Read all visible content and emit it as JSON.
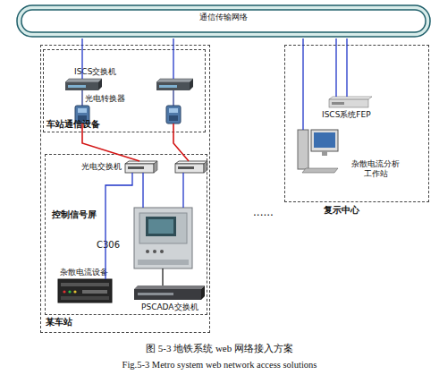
{
  "diagram": {
    "caption": "图 5-3 地铁系统 web 网络接入方案",
    "nodes": [
      {
        "text": [
          "通信传输网络"
        ]
      },
      {
        "text": [
          "某车站"
        ]
      },
      {
        "text": [
          "车站通信设备"
        ],
        "in": 1
      },
      {
        "text": [
          "ISCS交换机"
        ],
        "in": 2
      },
      {
        "text": [
          "光电转换器"
        ],
        "in": 2
      },
      {
        "text": [
          "控制信号屏"
        ],
        "in": 1
      },
      {
        "text": [
          "光电交换机"
        ],
        "in": 5
      },
      {
        "text": [
          "C306"
        ],
        "in": 5
      },
      {
        "text": [
          "杂散电流设备"
        ],
        "in": 5
      },
      {
        "text": [
          "PSCADA交换机"
        ],
        "in": 5
      },
      {
        "text": [
          "复示中心"
        ]
      },
      {
        "text": [
          "ISCS系统FEP"
        ],
        "in": 10
      },
      {
        "text": [
          "杂散电流分析 工作站"
        ],
        "in": 10
      }
    ],
    "edges": [
      {
        "from": 3,
        "to": 0,
        "arrow": "none"
      },
      {
        "from": 3,
        "to": 0,
        "arrow": "none"
      },
      {
        "from": 3,
        "to": 4,
        "arrow": "none"
      },
      {
        "from": 3,
        "to": 4,
        "arrow": "none"
      },
      {
        "from": 4,
        "to": 6,
        "arrow": "none"
      },
      {
        "from": 4,
        "to": 6,
        "arrow": "none"
      },
      {
        "from": 6,
        "to": 7,
        "arrow": "none"
      },
      {
        "from": 6,
        "to": 7,
        "arrow": "none"
      },
      {
        "from": 6,
        "to": 8,
        "arrow": "none"
      },
      {
        "from": 7,
        "to": 9,
        "arrow": "none"
      },
      {
        "from": 11,
        "to": 0,
        "arrow": "none"
      },
      {
        "from": 11,
        "to": 0,
        "arrow": "none"
      },
      {
        "from": 12,
        "to": 0,
        "arrow": "none"
      }
    ],
    "labels": [
      "......",
      "Fig.5-3 Metro system web network access solutions"
    ]
  }
}
